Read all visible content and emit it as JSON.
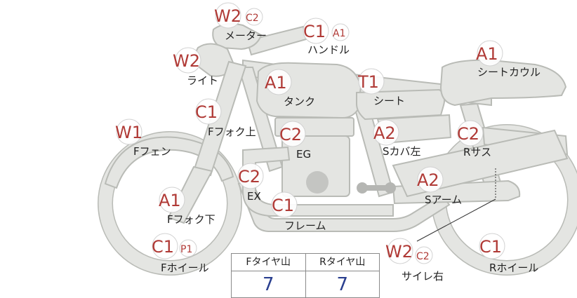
{
  "parts": {
    "meter": {
      "code": "W2",
      "sub": "C2",
      "label": "メーター"
    },
    "handle": {
      "code": "C1",
      "sub": "A1",
      "label": "ハンドル"
    },
    "light": {
      "code": "W2",
      "label": "ライト"
    },
    "tank": {
      "code": "A1",
      "label": "タンク"
    },
    "seat": {
      "code": "T1",
      "label": "シート"
    },
    "seat_cowl": {
      "code": "A1",
      "label": "シートカウル"
    },
    "fork_upper": {
      "code": "C1",
      "label": "Fフォク上"
    },
    "f_fender": {
      "code": "W1",
      "label": "Fフェン"
    },
    "engine": {
      "code": "C2",
      "label": "EG"
    },
    "side_cover_left": {
      "code": "A2",
      "label": "Sカバ左"
    },
    "rear_suspension": {
      "code": "C2",
      "label": "Rサス"
    },
    "exhaust": {
      "code": "C2",
      "label": "EX"
    },
    "swing_arm": {
      "code": "A2",
      "label": "Sアーム"
    },
    "frame": {
      "code": "C1",
      "label": "フレーム"
    },
    "fork_lower": {
      "code": "A1",
      "label": "Fフォク下"
    },
    "f_wheel": {
      "code": "C1",
      "sub": "P1",
      "label": "Fホイール"
    },
    "muffler_right": {
      "code": "W2",
      "sub": "C2",
      "label": "サイレ右"
    },
    "r_wheel": {
      "code": "C1",
      "label": "Rホイール"
    }
  },
  "tread_table": {
    "front_header": "Fタイヤ山",
    "rear_header": "Rタイヤ山",
    "front_value": "7",
    "rear_value": "7"
  }
}
